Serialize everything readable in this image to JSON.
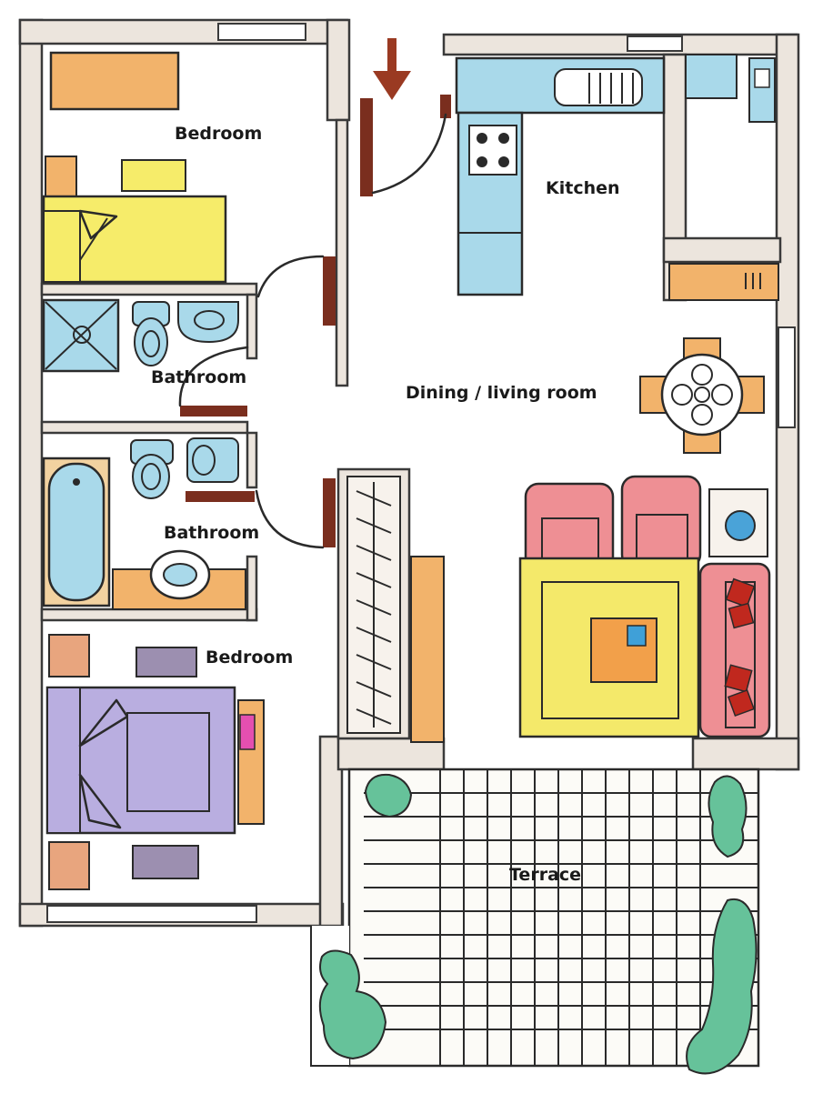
{
  "rooms": {
    "bedroom_top": "Bedroom",
    "kitchen": "Kitchen",
    "bathroom_upper": "Bathroom",
    "dining_living": "Dining / living room",
    "bathroom_lower": "Bathroom",
    "bedroom_bottom": "Bedroom",
    "terrace": "Terrace"
  },
  "entrance_arrow": "arrow-down-icon",
  "colors": {
    "wall": "#ece5dd",
    "door": "#7a2e1e",
    "wardrobe_orange": "#f2b36b",
    "bed_yellow": "#f6ec6a",
    "bed_purple": "#b9aee0",
    "fixture_blue": "#a9d9ea",
    "sofa_red": "#ee8f94",
    "rug_yellow": "#f4e96a",
    "plant_green": "#66c29a",
    "arrow": "#9a3a22"
  }
}
